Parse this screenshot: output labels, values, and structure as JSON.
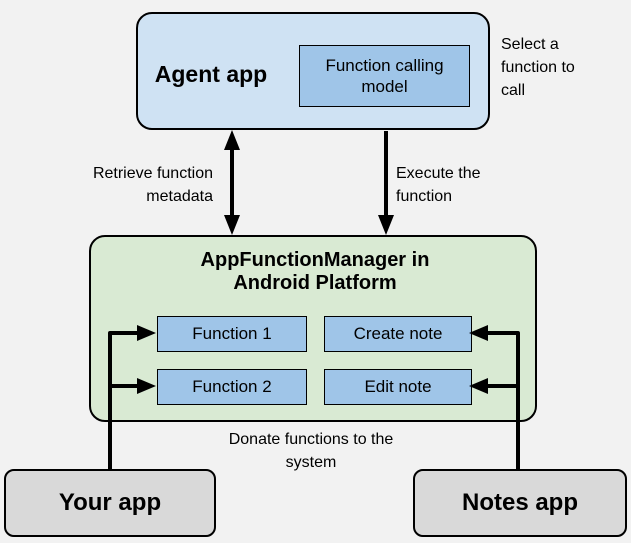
{
  "agent_app": {
    "title": "Agent app",
    "model_label": "Function calling model"
  },
  "annotations": {
    "select": "Select a function to call",
    "retrieve": "Retrieve function metadata",
    "execute": "Execute the function",
    "donate": "Donate functions to the system"
  },
  "manager": {
    "title": "AppFunctionManager in Android Platform",
    "functions": [
      "Function 1",
      "Create note",
      "Function 2",
      "Edit note"
    ]
  },
  "apps": {
    "your_app": "Your app",
    "notes_app": "Notes app"
  },
  "colors": {
    "background": "#f2f2f2",
    "agent_box": "#cfe2f3",
    "function_box": "#9fc5e8",
    "manager_box": "#d9ead3",
    "app_box": "#d9d9d9",
    "border": "#000000"
  }
}
